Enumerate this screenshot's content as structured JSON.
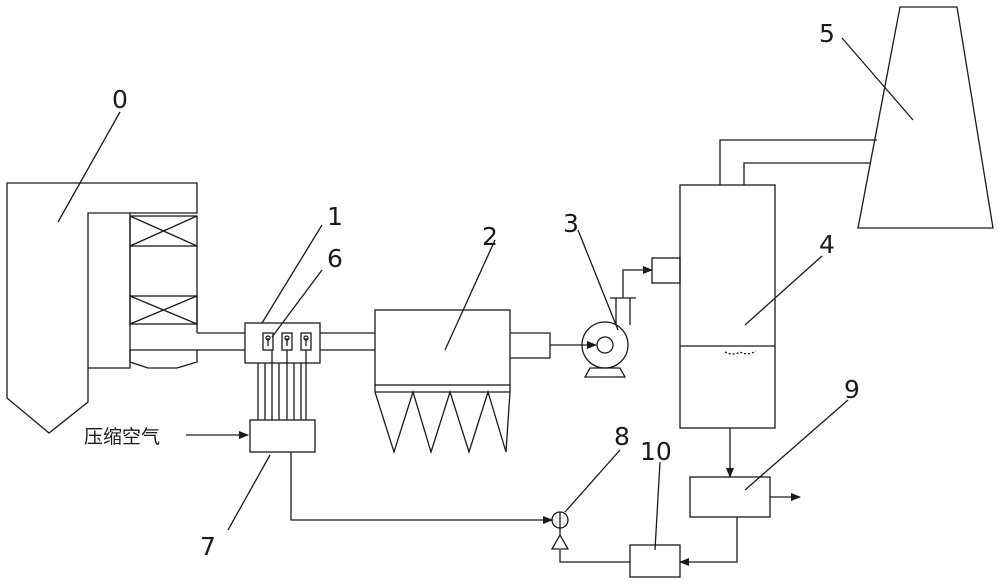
{
  "labels": {
    "boiler": "0",
    "mixer": "1",
    "dust_collector": "2",
    "fan": "3",
    "absorber": "4",
    "stack": "5",
    "nozzles": "6",
    "air_distributor": "7",
    "pump": "8",
    "separator": "9",
    "tank": "10"
  },
  "input_label": "压缩空气"
}
